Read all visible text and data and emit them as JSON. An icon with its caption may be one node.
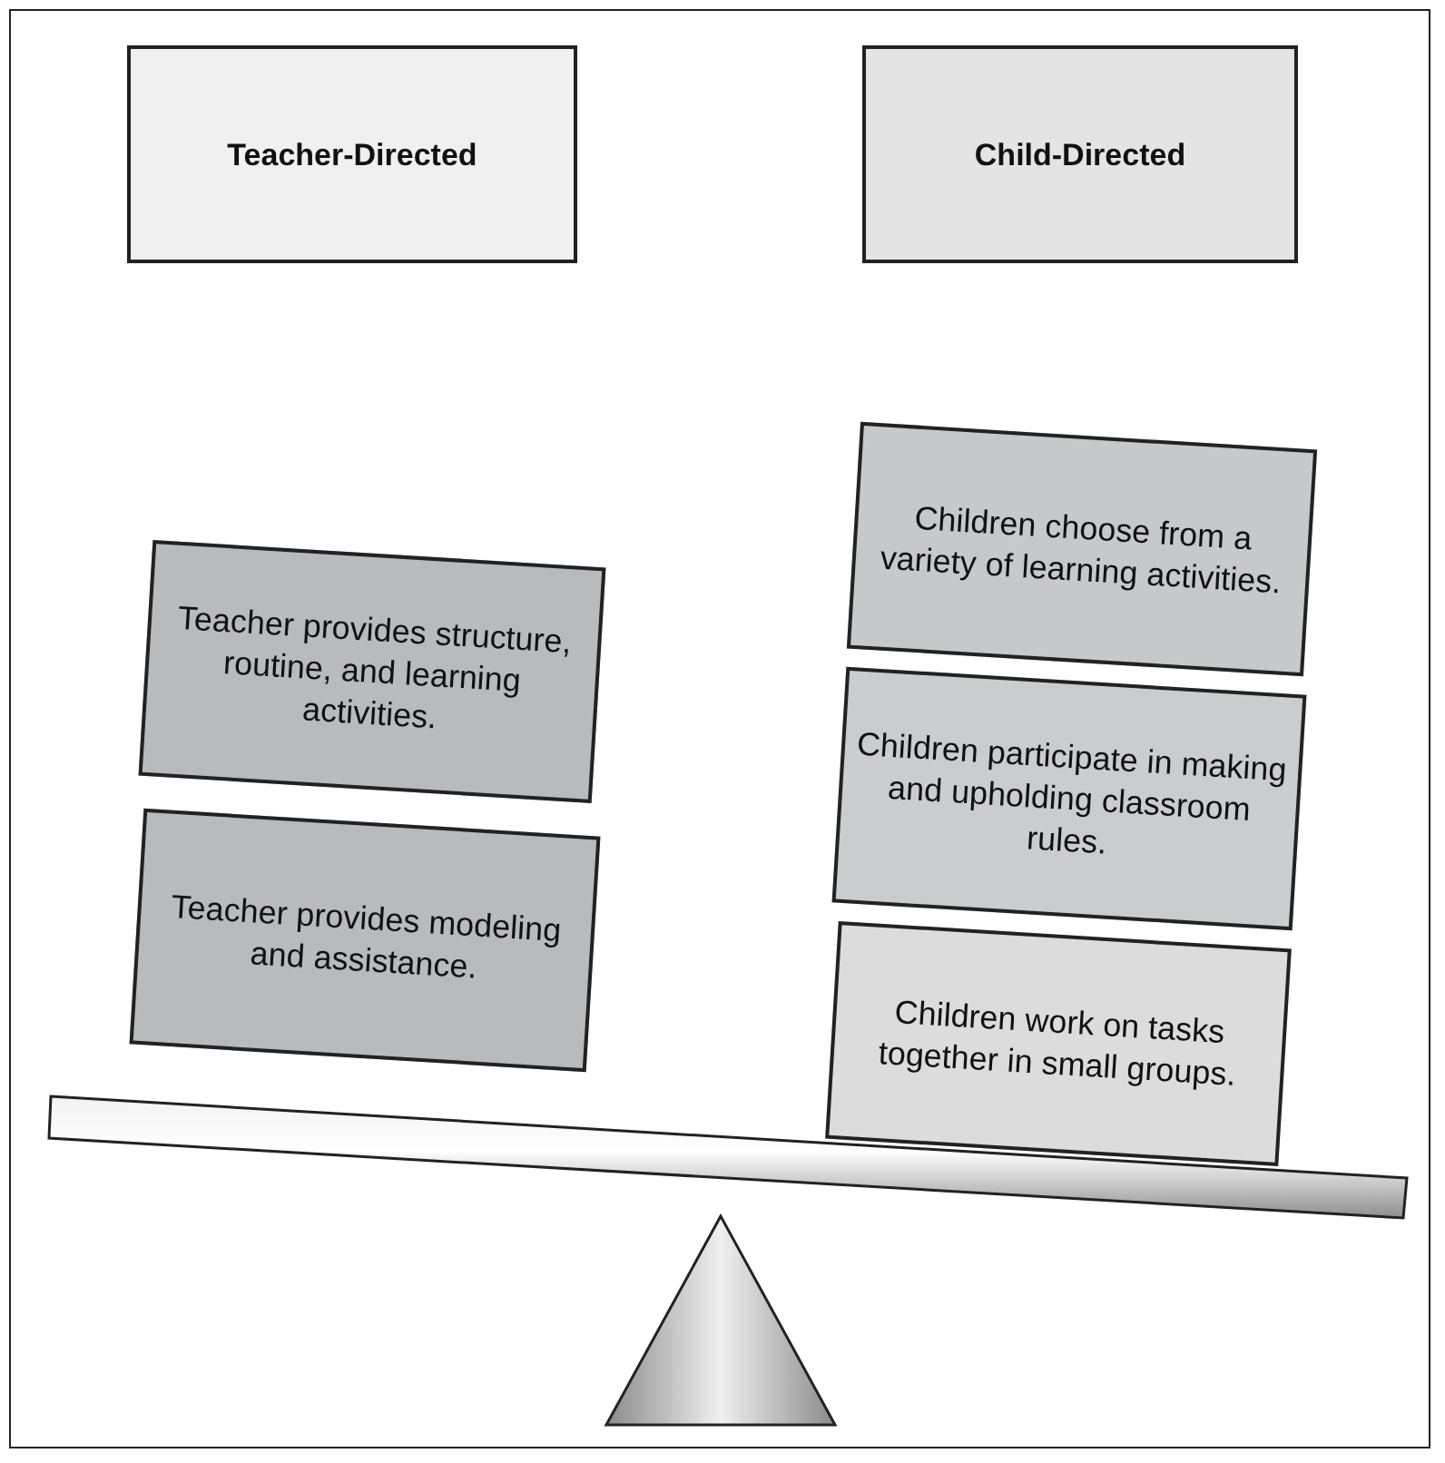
{
  "diagram": {
    "nodes": [
      {
        "text": [
          "Teacher-Directed"
        ]
      },
      {
        "text": [
          "Child-Directed"
        ]
      },
      {
        "text": [
          "Teacher provides structure, routine, and learning activities."
        ]
      },
      {
        "text": [
          "Teacher provides modeling and assistance."
        ]
      },
      {
        "text": [
          "Children choose from a variety of learning activities."
        ]
      },
      {
        "text": [
          "Children participate in making and upholding classroom rules."
        ]
      },
      {
        "text": [
          "Children work on tasks together in small groups."
        ]
      }
    ]
  }
}
